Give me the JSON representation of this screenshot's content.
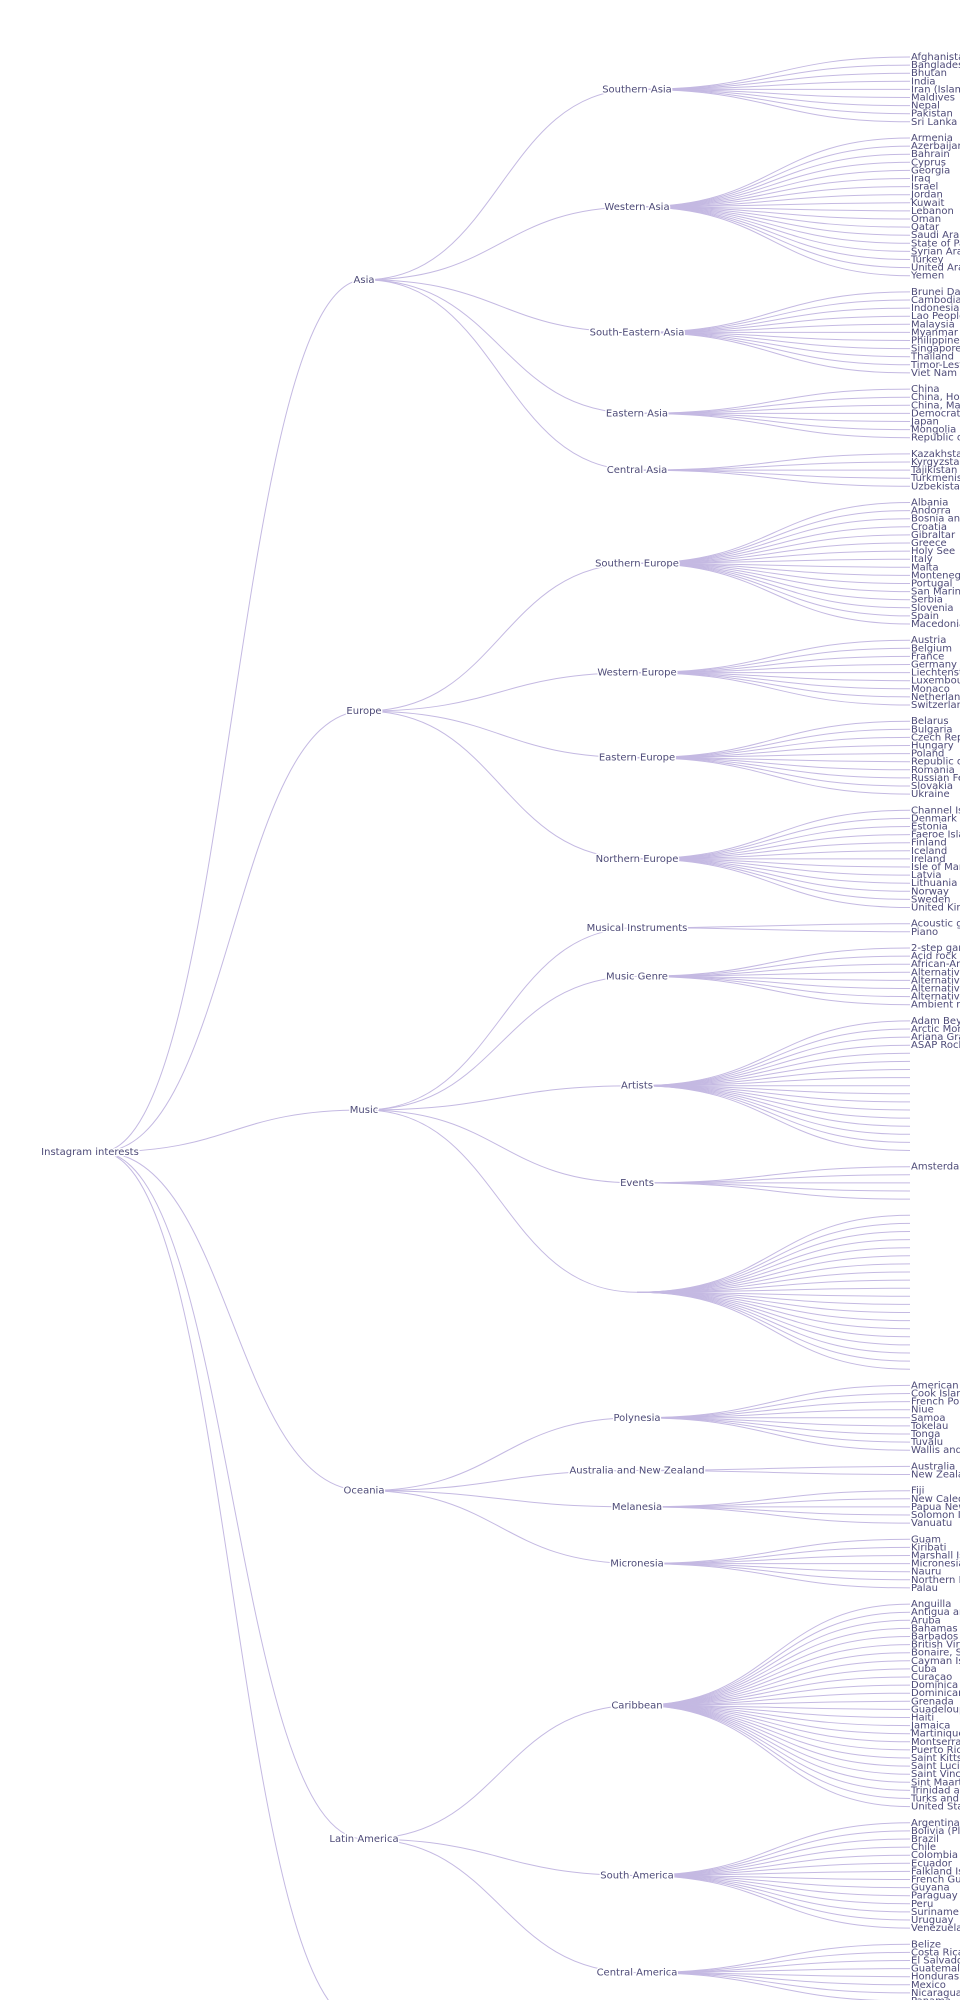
{
  "colors": {
    "link": "#c4b9e2",
    "text": "#4e4b78",
    "background": "#ffffff"
  },
  "tree": {
    "name": "Instagram interests",
    "children": [
      {
        "name": "Asia",
        "children": [
          {
            "name": "Southern Asia",
            "children": [
              "Afghanistan",
              "Bangladesh",
              "Bhutan",
              "India",
              "Iran (Islami",
              "Maldives",
              "Nepal",
              "Pakistan",
              "Sri Lanka"
            ]
          },
          {
            "name": "Western Asia",
            "children": [
              "Armenia",
              "Azerbaijan",
              "Bahrain",
              "Cyprus",
              "Georgia",
              "Iraq",
              "Israel",
              "Jordan",
              "Kuwait",
              "Lebanon",
              "Oman",
              "Qatar",
              "Saudi Arabi",
              "State of Pal",
              "Syrian Arab",
              "Turkey",
              "United Arab",
              "Yemen"
            ]
          },
          {
            "name": "South-Eastern Asia",
            "children": [
              "Brunei Daru",
              "Cambodia",
              "Indonesia",
              "Lao People",
              "Malaysia",
              "Myanmar",
              "Philippines",
              "Singapore",
              "Thailand",
              "Timor-Leste",
              "Viet Nam"
            ]
          },
          {
            "name": "Eastern Asia",
            "children": [
              "China",
              "China, Hon",
              "China, Mac",
              "Democratic",
              "Japan",
              "Mongolia",
              "Republic of"
            ]
          },
          {
            "name": "Central Asia",
            "children": [
              "Kazakhstan",
              "Kyrgyzstan",
              "Tajikistan",
              "Turkmenist",
              "Uzbekistan"
            ]
          }
        ]
      },
      {
        "name": "Europe",
        "children": [
          {
            "name": "Southern Europe",
            "children": [
              "Albania",
              "Andorra",
              "Bosnia and",
              "Croatia",
              "Gibraltar",
              "Greece",
              "Holy See",
              "Italy",
              "Malta",
              "Montenegr",
              "Portugal",
              "San Marino",
              "Serbia",
              "Slovenia",
              "Spain",
              "Macedonia"
            ]
          },
          {
            "name": "Western Europe",
            "children": [
              "Austria",
              "Belgium",
              "France",
              "Germany",
              "Liechtenste",
              "Luxembour",
              "Monaco",
              "Netherland",
              "Switzerland"
            ]
          },
          {
            "name": "Eastern Europe",
            "children": [
              "Belarus",
              "Bulgaria",
              "Czech Repu",
              "Hungary",
              "Poland",
              "Republic of",
              "Romania",
              "Russian Fed",
              "Slovakia",
              "Ukraine"
            ]
          },
          {
            "name": "Northern Europe",
            "children": [
              "Channel Isl",
              "Denmark",
              "Estonia",
              "Faeroe Islan",
              "Finland",
              "Iceland",
              "Ireland",
              "Isle of Man",
              "Latvia",
              "Lithuania",
              "Norway",
              "Sweden",
              "United King"
            ]
          }
        ]
      },
      {
        "name": "Music",
        "children": [
          {
            "name": "Musical Instruments",
            "children": [
              "Acoustic gu",
              "Piano"
            ]
          },
          {
            "name": "Music Genre",
            "children": [
              "2-step gara",
              "Acid rock",
              "African-Am",
              "Alternative",
              "Alternative",
              "Alternative",
              "Alternative",
              "Ambient m"
            ]
          },
          {
            "name": "Artists",
            "children": [
              "Adam Beye",
              "Arctic Monk",
              "Ariana Gran",
              "ASAP Rocky"
            ],
            "unlabeled_count": 13
          },
          {
            "name": "Events",
            "children": [
              "Amsterdam"
            ],
            "unlabeled_count": 4
          },
          {
            "name": "",
            "children": [],
            "unlabeled_count": 20
          }
        ]
      },
      {
        "name": "Oceania",
        "children": [
          {
            "name": "Polynesia",
            "children": [
              "American S",
              "Cook Island",
              "French Poly",
              "Niue",
              "Samoa",
              "Tokelau",
              "Tonga",
              "Tuvalu",
              "Wallis and F"
            ]
          },
          {
            "name": "Australia and New Zealand",
            "children": [
              "Australia",
              "New Zealar"
            ]
          },
          {
            "name": "Melanesia",
            "children": [
              "Fiji",
              "New Caledo",
              "Papua New",
              "Solomon Is",
              "Vanuatu"
            ]
          },
          {
            "name": "Micronesia",
            "children": [
              "Guam",
              "Kiribati",
              "Marshall Isl",
              "Micronesia",
              "Nauru",
              "Northern M",
              "Palau"
            ]
          }
        ]
      },
      {
        "name": "Latin America",
        "children": [
          {
            "name": "Caribbean",
            "children": [
              "Anguilla",
              "Antigua and",
              "Aruba",
              "Bahamas",
              "Barbados",
              "British Virgi",
              "Bonaire, Sir",
              "Cayman Isla",
              "Cuba",
              "Curaçao",
              "Dominica",
              "Dominican",
              "Grenada",
              "Guadeloup",
              "Haiti",
              "Jamaica",
              "Martinique",
              "Montserrat",
              "Puerto Rico",
              "Saint Kitts a",
              "Saint Lucia",
              "Saint Vincen",
              "Sint Maarte",
              "Trinidad an",
              "Turks and C",
              "United Stat"
            ]
          },
          {
            "name": "South America",
            "children": [
              "Argentina",
              "Bolivia (Plur",
              "Brazil",
              "Chile",
              "Colombia",
              "Ecuador",
              "Falkland Isl",
              "French Guia",
              "Guyana",
              "Paraguay",
              "Peru",
              "Suriname",
              "Uruguay",
              "Venezuela ("
            ]
          },
          {
            "name": "Central America",
            "children": [
              "Belize",
              "Costa Rica",
              "El Salvador",
              "Guatemala",
              "Honduras",
              "Mexico",
              "Nicaragua",
              "Panama"
            ]
          }
        ]
      },
      {
        "name": "",
        "children": [],
        "offscreen": true
      }
    ]
  }
}
